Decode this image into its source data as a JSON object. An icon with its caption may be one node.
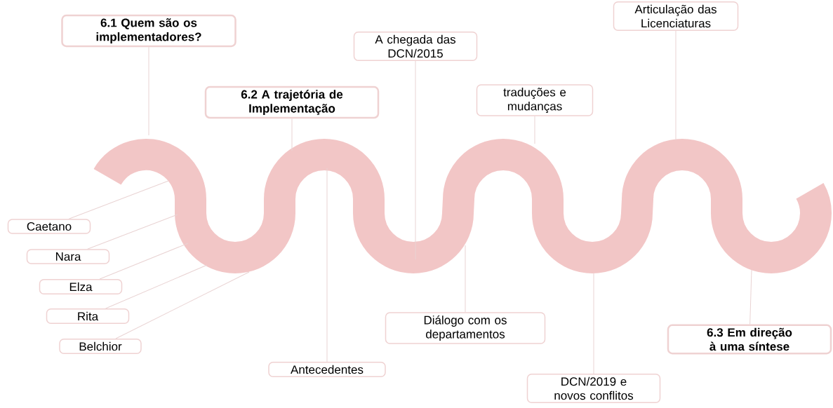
{
  "diagram": {
    "nodes": [
      {
        "text": [
          "6.1 Quem são os implementadores?"
        ]
      },
      {
        "text": [
          "A chegada das DCN/2015"
        ]
      },
      {
        "text": [
          "Articulação das Licenciaturas"
        ]
      },
      {
        "text": [
          "6.2 A trajetória de Implementação"
        ]
      },
      {
        "text": [
          "traduções e mudanças"
        ]
      },
      {
        "text": [
          "Caetano"
        ]
      },
      {
        "text": [
          "Nara"
        ]
      },
      {
        "text": [
          "Elza"
        ]
      },
      {
        "text": [
          "Rita"
        ]
      },
      {
        "text": [
          "Belchior"
        ]
      },
      {
        "text": [
          "Antecedentes"
        ]
      },
      {
        "text": [
          "Diálogo com os departamentos"
        ]
      },
      {
        "text": [
          "DCN/2019 e novos conflitos"
        ]
      },
      {
        "text": [
          "6.3 Em direção à uma síntese"
        ]
      }
    ],
    "edges": [
      {
        "from": 0,
        "to": null,
        "arrow": "none"
      },
      {
        "from": 1,
        "to": null,
        "arrow": "none"
      },
      {
        "from": 2,
        "to": null,
        "arrow": "none"
      },
      {
        "from": 3,
        "to": null,
        "arrow": "none"
      },
      {
        "from": 4,
        "to": null,
        "arrow": "none"
      },
      {
        "from": 5,
        "to": null,
        "arrow": "none"
      },
      {
        "from": 6,
        "to": null,
        "arrow": "none"
      },
      {
        "from": 7,
        "to": null,
        "arrow": "none"
      },
      {
        "from": 8,
        "to": null,
        "arrow": "none"
      },
      {
        "from": 9,
        "to": null,
        "arrow": "none"
      },
      {
        "from": 10,
        "to": null,
        "arrow": "none"
      },
      {
        "from": 11,
        "to": null,
        "arrow": "none"
      },
      {
        "from": 12,
        "to": null,
        "arrow": "none"
      },
      {
        "from": 13,
        "to": null,
        "arrow": "none"
      }
    ]
  }
}
